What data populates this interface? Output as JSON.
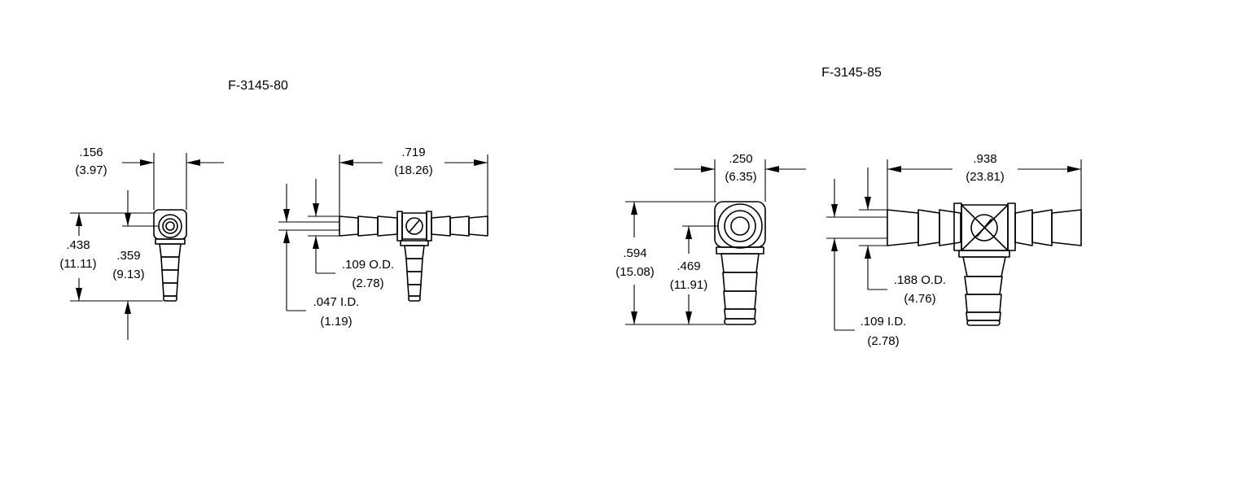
{
  "parts": [
    {
      "title": "F-3145-80",
      "end_view": {
        "width": {
          "in": ".156",
          "mm": "(3.97)"
        },
        "overall_height": {
          "in": ".438",
          "mm": "(11.11)"
        },
        "center_height": {
          "in": ".359",
          "mm": "(9.13)"
        }
      },
      "side_view": {
        "length": {
          "in": ".719",
          "mm": "(18.26)"
        },
        "od": {
          "in": ".109 O.D.",
          "mm": "(2.78)"
        },
        "id": {
          "in": ".047 I.D.",
          "mm": "(1.19)"
        }
      }
    },
    {
      "title": "F-3145-85",
      "end_view": {
        "width": {
          "in": ".250",
          "mm": "(6.35)"
        },
        "overall_height": {
          "in": ".594",
          "mm": "(15.08)"
        },
        "center_height": {
          "in": ".469",
          "mm": "(11.91)"
        }
      },
      "side_view": {
        "length": {
          "in": ".938",
          "mm": "(23.81)"
        },
        "od": {
          "in": ".188 O.D.",
          "mm": "(4.76)"
        },
        "id": {
          "in": ".109 I.D.",
          "mm": "(2.78)"
        }
      }
    }
  ]
}
